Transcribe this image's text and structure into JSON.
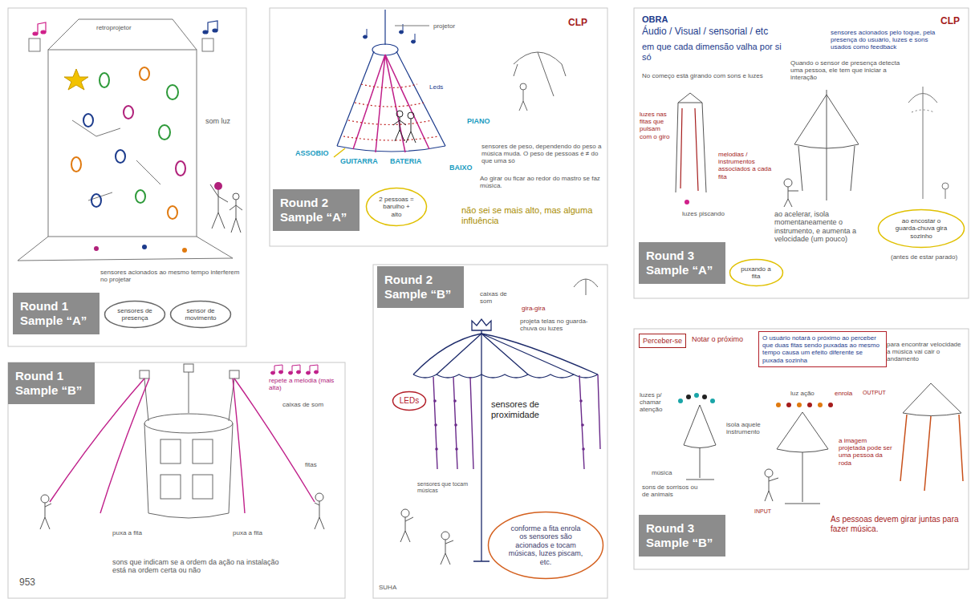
{
  "diagram": {
    "nodes": [
      {
        "text": [
          "Round 1 Sample “A”"
        ]
      },
      {
        "text": [
          "sensores de presença"
        ]
      },
      {
        "text": [
          "sensor de movimento"
        ]
      },
      {
        "text": [
          "Round 2 Sample “A”"
        ]
      },
      {
        "text": [
          "2 pessoas = barulho + alto"
        ]
      },
      {
        "text": [
          "Round 3 Sample “A”"
        ]
      },
      {
        "text": [
          "puxando a fita"
        ]
      },
      {
        "text": [
          "ao encostar o guarda-chuva gira sozinho"
        ]
      },
      {
        "text": [
          "Round 1 Sample “B”"
        ]
      },
      {
        "text": [
          "Round 2 Sample “B”"
        ]
      },
      {
        "text": [
          "LEDs"
        ]
      },
      {
        "text": [
          "conforme a fita enrola os sensores são acionados e tocam músicas, luzes piscam, etc."
        ]
      },
      {
        "text": [
          "Round 3 Sample “B”"
        ]
      },
      {
        "text": [
          "Perceber-se"
        ]
      },
      {
        "text": [
          "O usuário notará o próximo ao perceber que duas fitas sendo puxadas ao mesmo tempo causa um efeito diferente se puxada sozinha"
        ]
      }
    ],
    "labels": [
      "retroprojetor",
      "som luz",
      "sensores acionados ao mesmo tempo interferem no projetar",
      "projetor",
      "CLP",
      "Leds",
      "PIANO",
      "ASSOBIO",
      "BAIXO",
      "GUITARRA",
      "BATERIA",
      "sensores de peso, dependendo do peso a música muda. O peso de pessoas é ≠ do que uma só",
      "Ao girar ou ficar ao redor do mastro se faz música.",
      "não sei se mais alto, mas alguma influência",
      "OBRA",
      "Áudio / Visual / sensorial / etc",
      "CLP",
      "em que cada dimensão valha por si só",
      "sensores acionados pelo toque, pela presença do usuário, luzes e sons usados como feedback",
      "No começo está girando com sons e luzes",
      "Quando o sensor de presença detecta uma pessoa, ele tem que iniciar a interação",
      "luzes nas fitas que pulsam com o giro",
      "melodias / instrumentos associados a cada fita",
      "luzes piscando",
      "ao acelerar, isola momentaneamente o instrumento, e aumenta a velocidade (um pouco)",
      "(antes de estar parado)",
      "repete a melodia (mais alta)",
      "caixas de som",
      "fitas",
      "puxa a fita",
      "puxa a fita",
      "sons que indicam se a ordem da ação na instalação está na ordem certa ou não",
      "953",
      "caixas de som",
      "gira-gira",
      "projeta telas no guarda-chuva ou luzes",
      "sensores de proximidade",
      "sensores que tocam músicas",
      "SUHA",
      "Notar o próximo",
      "para encontrar velocidade a música vai cair o andamento",
      "luzes p/ chamar atenção",
      "música",
      "sons de sorrisos ou de animais",
      "isola aquele instrumento",
      "luz ação",
      "enrola",
      "OUTPUT",
      "INPUT",
      "a imagem projetada pode ser uma pessoa da roda",
      "As pessoas devem girar juntas para fazer música."
    ]
  }
}
